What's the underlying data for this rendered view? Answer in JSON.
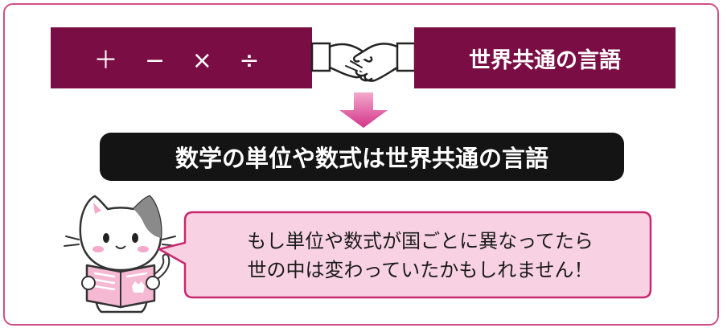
{
  "operations_box": {
    "label": "＋ − × ÷"
  },
  "language_box": {
    "label": "世界共通の言語"
  },
  "banner": {
    "text": "数学の単位や数式は世界共通の言語"
  },
  "speech": {
    "line1": "もし単位や数式が国ごとに異なってたら",
    "line2": "世の中は変わっていたかもしれません！"
  },
  "colors": {
    "frame_border": "#cf4e86",
    "box_fill": "#7a0d44",
    "arrow_fill": "#d4348a",
    "banner_fill": "#141414",
    "bubble_fill": "#f8d2e3",
    "bubble_border": "#c8286e"
  },
  "icons": {
    "handshake": "handshake-icon",
    "arrow": "arrow-down-icon",
    "cat": "cat-reading-book-icon"
  }
}
